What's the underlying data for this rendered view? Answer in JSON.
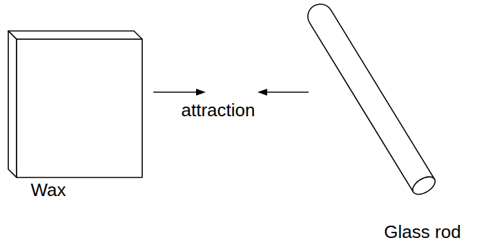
{
  "diagram": {
    "labels": [
      "attraction",
      "Wax",
      "Glass rod"
    ]
  }
}
